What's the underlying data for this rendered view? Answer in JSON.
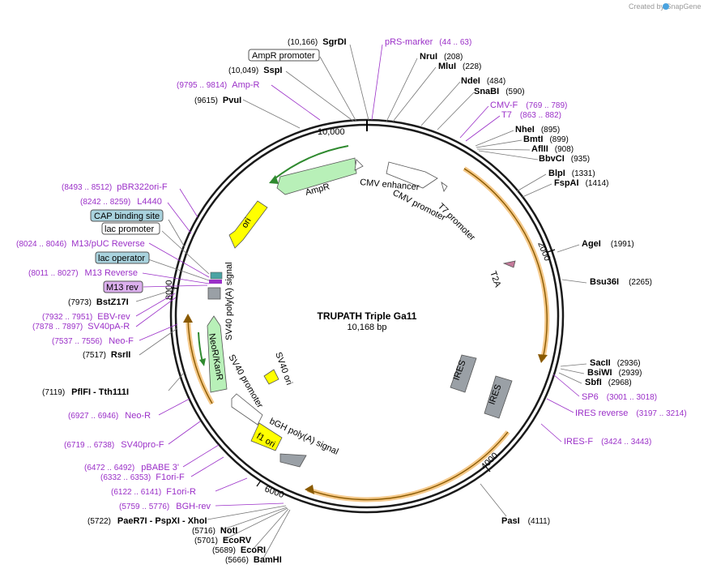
{
  "watermark": "Created by SnapGene",
  "plasmid": {
    "name": "TRUPATH Triple Ga11",
    "length": "10,168 bp",
    "total_bp": 10168
  },
  "ticks": [
    "10,000",
    "2000",
    "4000",
    "6000",
    "8000"
  ],
  "sites": [
    {
      "id": "sgrdi",
      "name": "SgrDI",
      "pos": "(10,166)"
    },
    {
      "id": "sspi",
      "name": "SspI",
      "pos": "(10,049)"
    },
    {
      "id": "pvui",
      "name": "PvuI",
      "pos": "(9615)"
    },
    {
      "id": "nrui",
      "name": "NruI",
      "pos": "(208)"
    },
    {
      "id": "mlui",
      "name": "MluI",
      "pos": "(228)"
    },
    {
      "id": "ndei",
      "name": "NdeI",
      "pos": "(484)"
    },
    {
      "id": "snabi",
      "name": "SnaBI",
      "pos": "(590)"
    },
    {
      "id": "nhei",
      "name": "NheI",
      "pos": "(895)"
    },
    {
      "id": "bmti",
      "name": "BmtI",
      "pos": "(899)"
    },
    {
      "id": "aflii",
      "name": "AflII",
      "pos": "(908)"
    },
    {
      "id": "bbvci",
      "name": "BbvCI",
      "pos": "(935)"
    },
    {
      "id": "blpi",
      "name": "BlpI",
      "pos": "(1331)"
    },
    {
      "id": "fspai",
      "name": "FspAI",
      "pos": "(1414)"
    },
    {
      "id": "agei",
      "name": "AgeI",
      "pos": "(1991)"
    },
    {
      "id": "bsu36i",
      "name": "Bsu36I",
      "pos": "(2265)"
    },
    {
      "id": "sacii",
      "name": "SacII",
      "pos": "(2936)"
    },
    {
      "id": "bsiwi",
      "name": "BsiWI",
      "pos": "(2939)"
    },
    {
      "id": "sbfi",
      "name": "SbfI",
      "pos": "(2968)"
    },
    {
      "id": "pasi",
      "name": "PasI",
      "pos": "(4111)"
    },
    {
      "id": "bstz17i",
      "name": "BstZ17I",
      "pos": "(7973)"
    },
    {
      "id": "rsrii",
      "name": "RsrII",
      "pos": "(7517)"
    },
    {
      "id": "pflfi",
      "name": "PflFI - Tth111I",
      "pos": "(7119)"
    },
    {
      "id": "paer7i",
      "name": "PaeR7I - PspXI - XhoI",
      "pos": "(5722)"
    },
    {
      "id": "noti",
      "name": "NotI",
      "pos": "(5716)"
    },
    {
      "id": "ecorv",
      "name": "EcoRV",
      "pos": "(5701)"
    },
    {
      "id": "ecori",
      "name": "EcoRI",
      "pos": "(5689)"
    },
    {
      "id": "bamhi",
      "name": "BamHI",
      "pos": "(5666)"
    }
  ],
  "primers": [
    {
      "id": "prs",
      "name": "pRS-marker",
      "range": "(44 .. 63)"
    },
    {
      "id": "ampr",
      "name": "Amp-R",
      "range": "(9795 .. 9814)"
    },
    {
      "id": "cmvf",
      "name": "CMV-F",
      "range": "(769 .. 789)"
    },
    {
      "id": "t7",
      "name": "T7",
      "range": "(863 .. 882)"
    },
    {
      "id": "pbr322",
      "name": "pBR322ori-F",
      "range": "(8493 .. 8512)"
    },
    {
      "id": "l4440",
      "name": "L4440",
      "range": "(8242 .. 8259)"
    },
    {
      "id": "m13puc",
      "name": "M13/pUC Reverse",
      "range": "(8024 .. 8046)"
    },
    {
      "id": "m13rev",
      "name": "M13 Reverse",
      "range": "(8011 .. 8027)"
    },
    {
      "id": "ebvrev",
      "name": "EBV-rev",
      "range": "(7932 .. 7951)"
    },
    {
      "id": "sv40par",
      "name": "SV40pA-R",
      "range": "(7878 .. 7897)"
    },
    {
      "id": "neof",
      "name": "Neo-F",
      "range": "(7537 .. 7556)"
    },
    {
      "id": "neor",
      "name": "Neo-R",
      "range": "(6927 .. 6946)"
    },
    {
      "id": "sv40prof",
      "name": "SV40pro-F",
      "range": "(6719 .. 6738)"
    },
    {
      "id": "pbabe",
      "name": "pBABE 3'",
      "range": "(6472 .. 6492)"
    },
    {
      "id": "f1orif",
      "name": "F1ori-F",
      "range": "(6332 .. 6353)"
    },
    {
      "id": "f1orir",
      "name": "F1ori-R",
      "range": "(6122 .. 6141)"
    },
    {
      "id": "bghrev",
      "name": "BGH-rev",
      "range": "(5759 .. 5776)"
    },
    {
      "id": "sp6",
      "name": "SP6",
      "range": "(3001 .. 3018)"
    },
    {
      "id": "iresrev",
      "name": "IRES reverse",
      "range": "(3197 .. 3214)"
    },
    {
      "id": "iresf",
      "name": "IRES-F",
      "range": "(3424 .. 3443)"
    }
  ],
  "boxed": {
    "ampr_promoter": "AmpR promoter",
    "cap": "CAP binding site",
    "lac_promoter": "lac promoter",
    "lac_operator": "lac operator",
    "m13_rev": "M13 rev"
  },
  "features": {
    "ampr": "AmpR",
    "cmv_enh": "CMV enhancer",
    "cmv_prom": "CMV promoter",
    "t7_prom": "T7 promoter",
    "ori": "ori",
    "t2a": "T2A",
    "ires1": "IRES",
    "ires2": "IRES",
    "sv40_polya": "SV40 poly(A) signal",
    "neokan": "NeoR/KanR",
    "sv40_prom": "SV40 promoter",
    "sv40_ori": "SV40 ori",
    "bgh": "bGH poly(A) signal",
    "f1ori": "f1 ori"
  },
  "colors": {
    "primer": "#9b30c8",
    "orf": "#e8a33d",
    "ampr": "#b8f0b8",
    "ori": "#ffff00",
    "ires": "#9aa0a6",
    "backbone": "#1a1a1a"
  }
}
